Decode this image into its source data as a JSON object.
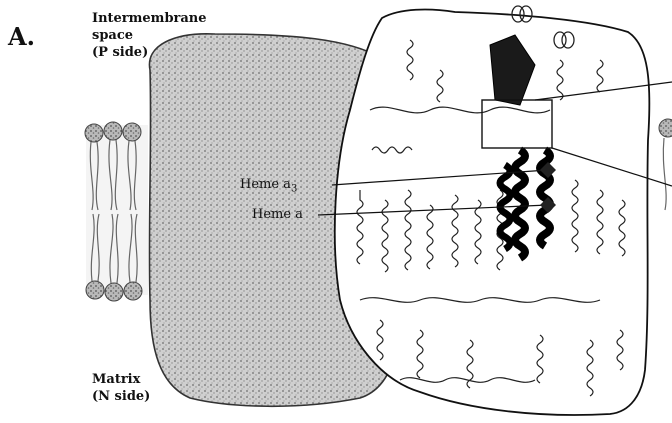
{
  "panel": {
    "label": "A."
  },
  "regions": {
    "intermembrane_line1": "Intermembrane",
    "intermembrane_line2": "space",
    "intermembrane_line3": "(P side)",
    "matrix_line1": "Matrix",
    "matrix_line2": "(N side)"
  },
  "labels": {
    "heme_a3": "Heme a",
    "heme_a3_sub": "3",
    "heme_a": "Heme a"
  }
}
